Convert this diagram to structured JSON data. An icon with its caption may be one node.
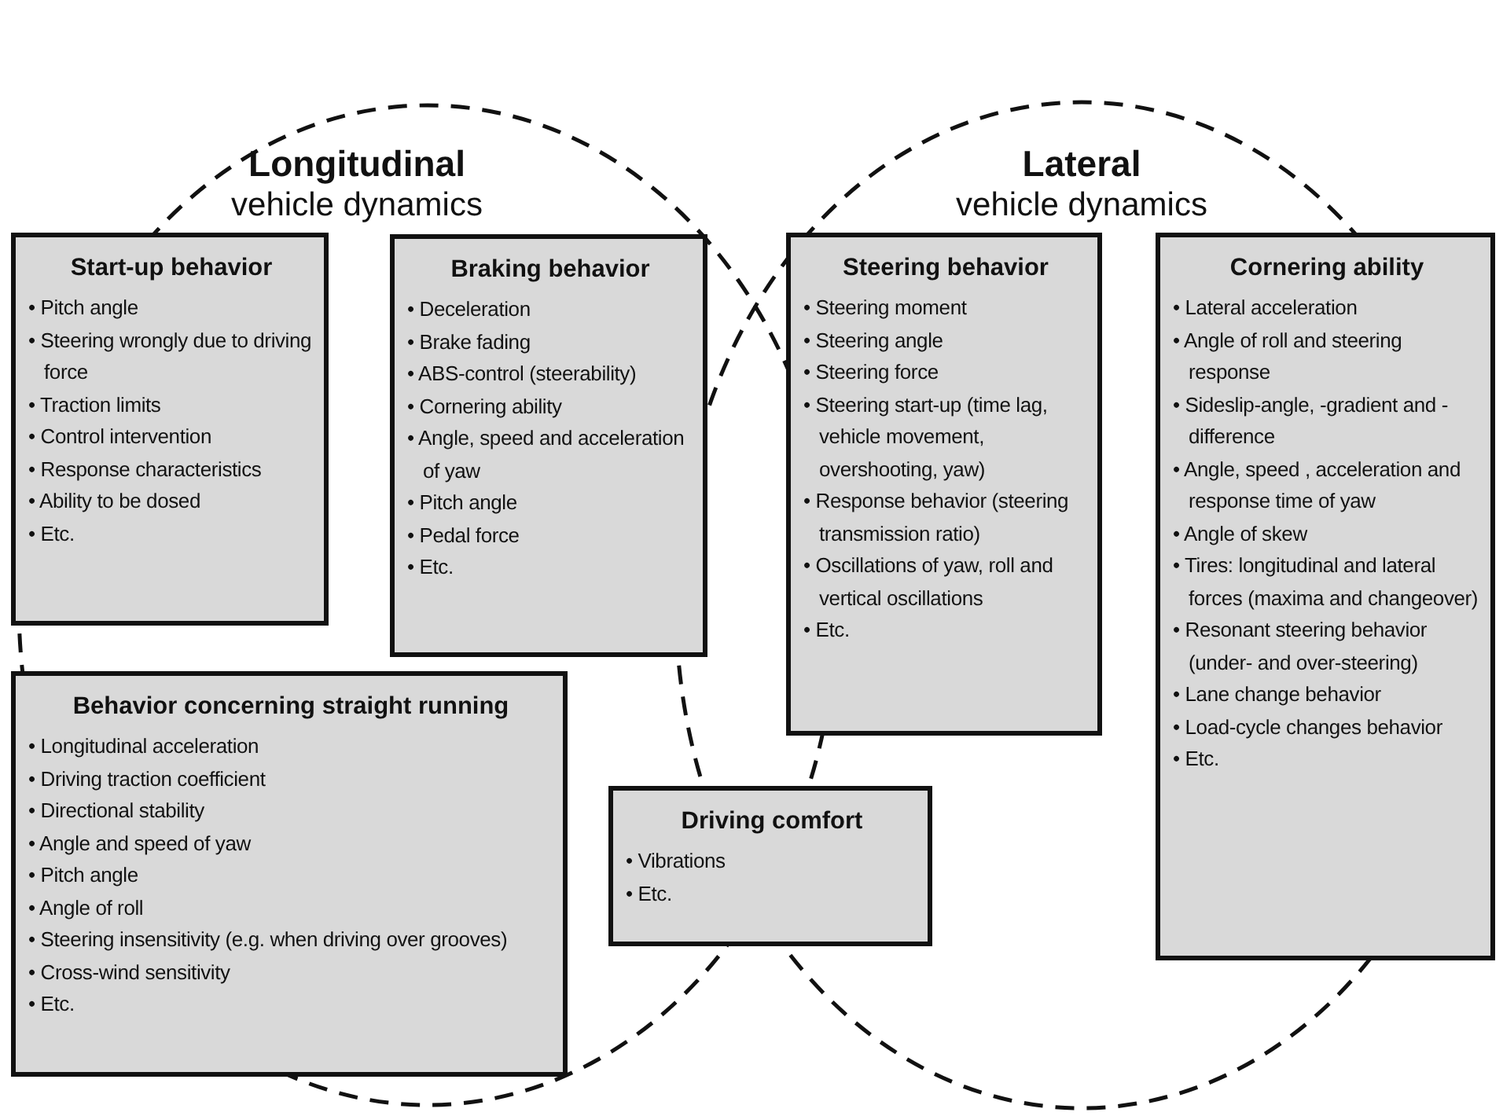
{
  "diagram": {
    "nodes": [
      {
        "text": [
          "Longitudinal",
          "vehicle dynamics"
        ]
      },
      {
        "text": [
          "Lateral",
          "vehicle dynamics"
        ]
      },
      {
        "text": [
          "Start-up behavior",
          "• Pitch angle",
          "• Steering wrongly due to driving force",
          "• Traction limits",
          "• Control intervention",
          "• Response characteristics",
          "• Ability to be dosed",
          "• Etc."
        ],
        "in": 0
      },
      {
        "text": [
          "Braking behavior",
          "• Deceleration",
          "• Brake fading",
          "• ABS-control (steerability)",
          "• Cornering ability",
          "• Angle, speed and acceleration of yaw",
          "• Pitch angle",
          "• Pedal force",
          "• Etc."
        ],
        "in": 0
      },
      {
        "text": [
          "Steering behavior",
          "• Steering moment",
          "• Steering angle",
          "• Steering force",
          "• Steering start-up (time lag, vehicle movement, overshooting, yaw)",
          "• Response behavior (steering transmission ratio)",
          "• Oscillations of yaw, roll and vertical oscillations",
          "• Etc."
        ],
        "in": 1
      },
      {
        "text": [
          "Cornering ability",
          "• Lateral acceleration",
          "• Angle of roll and steering response",
          "• Sideslip-angle, -gradient and -difference",
          "• Angle, speed , acceleration and response time of yaw",
          "• Angle of skew",
          "• Tires: longitudinal and lateral forces (maxima and changeover)",
          "• Resonant steering behavior (under- and over-steering)",
          "• Lane change behavior",
          "• Load-cycle changes behavior",
          "• Etc."
        ],
        "in": 1
      },
      {
        "text": [
          "Behavior concerning straight running",
          "• Longitudinal acceleration",
          "• Driving traction coefficient",
          "• Directional stability",
          "• Angle and speed of yaw",
          "• Pitch angle",
          "• Angle of roll",
          "• Steering insensitivity (e.g. when driving over grooves)",
          "• Cross-wind sensitivity",
          "• Etc."
        ],
        "in": 0
      },
      {
        "text": [
          "Driving comfort",
          "• Vibrations",
          "• Etc."
        ]
      }
    ]
  }
}
